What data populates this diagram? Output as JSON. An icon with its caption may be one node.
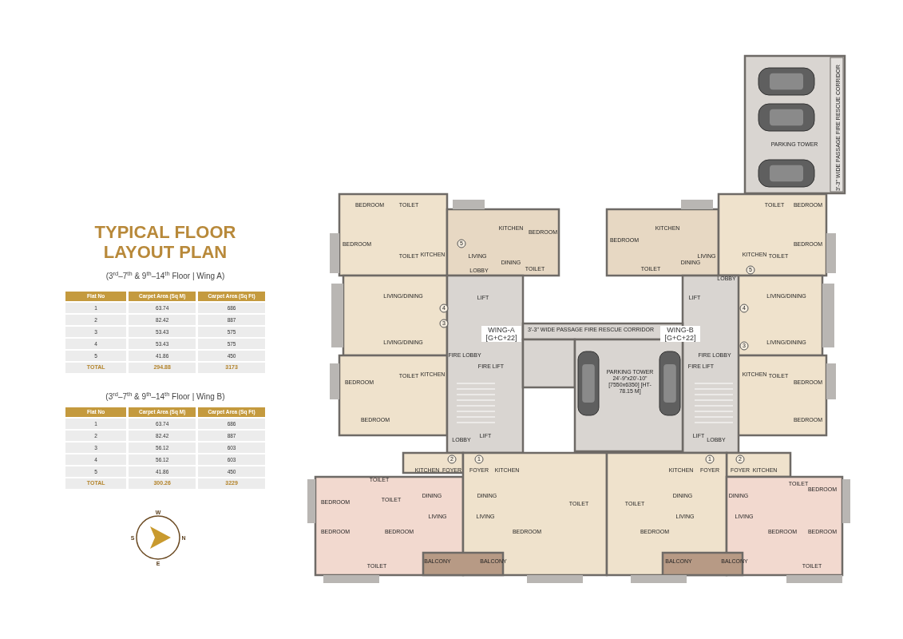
{
  "diagram": {
    "title": "TYPICAL FLOOR LAYOUT PLAN",
    "labels": [
      "(3$^{rd}$–7$^{th}$ & 9$^{th}$–14$^{th}$ Floor | Wing A)",
      "Flat No",
      "Carpet Area (Sq M)",
      "Carpet Area (Sq Ft)",
      "1",
      "63.74",
      "686",
      "2",
      "82.42",
      "887",
      "3",
      "53.43",
      "575",
      "4",
      "53.43",
      "575",
      "5",
      "41.86",
      "450",
      "TOTAL",
      "294.88",
      "3173",
      "(3$^{rd}$–7$^{th}$ & 9$^{th}$–14$^{th}$ Floor | Wing B)",
      "Flat No",
      "Carpet Area (Sq M)",
      "Carpet Area (Sq Ft)",
      "1",
      "63.74",
      "686",
      "2",
      "82.42",
      "887",
      "3",
      "56.12",
      "603",
      "4",
      "56.12",
      "603",
      "5",
      "41.86",
      "450",
      "TOTAL",
      "300.26",
      "3229",
      "W",
      "S",
      "N",
      "E",
      "PARKING TOWER",
      "3'-3\" WIDE PASSAGE FIRE RESCUE CORRIDOR",
      "3'-3\" WIDE PASSAGE FIRE RESCUE CORRIDOR",
      "WING-A [G+C+22]",
      "WING-B [G+C+22]",
      "PARKING TOWER 24'-9\"x20'-10\" [7550x6350] [HT-78.15 M]",
      "LOBBY",
      "LIFT",
      "FIRE LOBBY",
      "FIRE LIFT",
      "LIFT",
      "LOBBY",
      "LOBBY",
      "LIFT",
      "FIRE LOBBY",
      "FIRE LIFT",
      "LIFT",
      "LOBBY",
      "BEDROOM",
      "TOILET",
      "BEDROOM",
      "TOILET",
      "KITCHEN",
      "LIVING/DINING",
      "LIVING/DINING",
      "TOILET",
      "KITCHEN",
      "BEDROOM",
      "BEDROOM",
      "KITCHEN",
      "BEDROOM",
      "LIVING",
      "DINING",
      "TOILET",
      "BEDROOM",
      "KITCHEN",
      "TOILET",
      "DINING",
      "LIVING",
      "TOILET",
      "BEDROOM",
      "KITCHEN",
      "TOILET",
      "BEDROOM",
      "LIVING/DINING",
      "LIVING/DINING",
      "KITCHEN",
      "TOILET",
      "BEDROOM",
      "BEDROOM",
      "KITCHEN",
      "FOYER",
      "FOYER",
      "KITCHEN",
      "BEDROOM",
      "TOILET",
      "TOILET",
      "DINING",
      "DINING",
      "LIVING",
      "LIVING",
      "BEDROOM",
      "BEDROOM",
      "BEDROOM",
      "TOILET",
      "BALCONY",
      "BALCONY",
      "TOILET",
      "KITCHEN",
      "FOYER",
      "FOYER",
      "KITCHEN",
      "TOILET",
      "DINING",
      "DINING",
      "LIVING",
      "LIVING",
      "BEDROOM",
      "BEDROOM",
      "BEDROOM",
      "TOILET",
      "BEDROOM",
      "TOILET",
      "BALCONY",
      "BALCONY",
      "5",
      "4",
      "3",
      "2",
      "1",
      "1",
      "2",
      "5",
      "4",
      "3"
    ]
  }
}
